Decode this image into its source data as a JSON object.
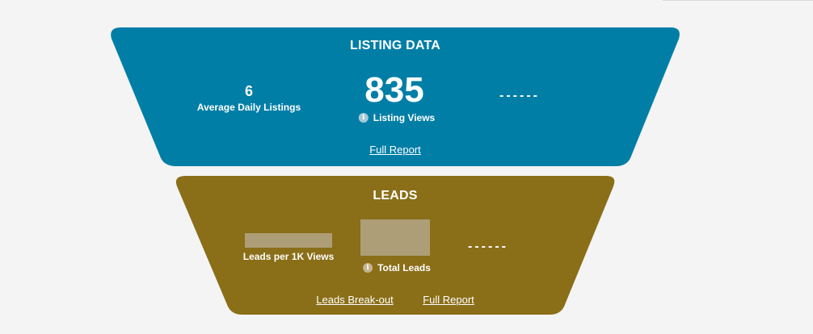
{
  "listing": {
    "title": "LISTING DATA",
    "avg_daily_listings_value": "6",
    "avg_daily_listings_label": "Average Daily Listings",
    "listing_views_value": "835",
    "listing_views_label": "Listing Views",
    "placeholder": "------",
    "full_report_link": "Full Report",
    "color": "#007ea6",
    "icon": "info-icon"
  },
  "leads": {
    "title": "LEADS",
    "leads_per_1k_label": "Leads per 1K Views",
    "total_leads_label": "Total Leads",
    "placeholder": "------",
    "breakout_link": "Leads Break-out",
    "full_report_link": "Full Report",
    "color": "#8a6e18",
    "redaction_color": "#b0a07c",
    "icon": "info-icon"
  }
}
